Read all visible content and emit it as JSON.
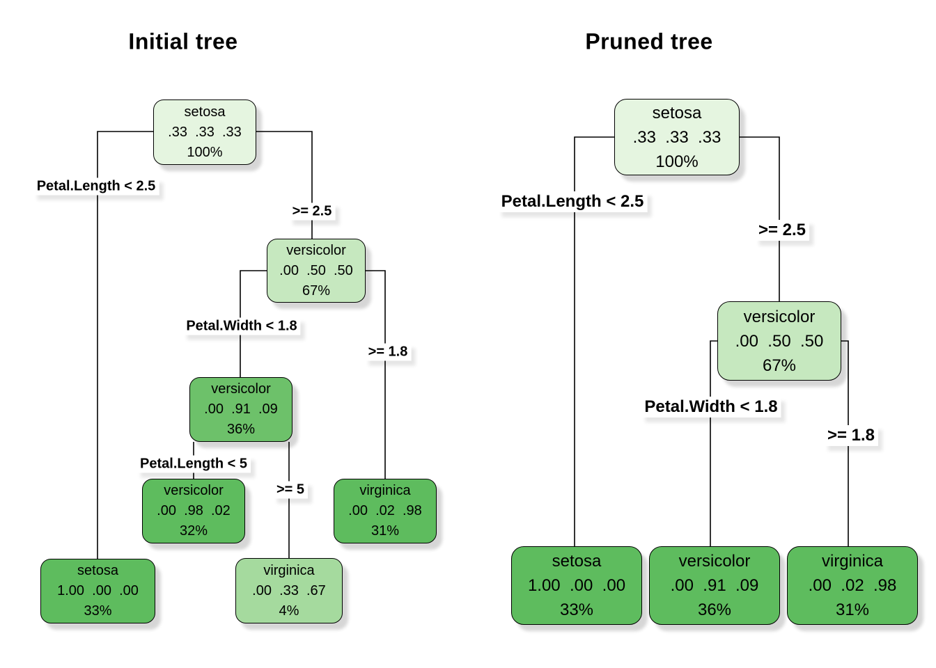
{
  "colors": {
    "node_border": "#000000",
    "edge_line": "#000000",
    "prob_level_33": "#e5f5e0",
    "prob_level_50": "#c6e8bf",
    "prob_level_67": "#a5da9e",
    "prob_level_91": "#6dc16a",
    "prob_level_98": "#5ebc5e"
  },
  "panels": [
    {
      "title": "Initial tree",
      "nodes": [
        {
          "label": "setosa",
          "probs": ".33  .33  .33",
          "pct": "100%",
          "fill": "#e5f5e0"
        },
        {
          "label": "versicolor",
          "probs": ".00  .50  .50",
          "pct": "67%",
          "fill": "#c6e8bf"
        },
        {
          "label": "versicolor",
          "probs": ".00  .91  .09",
          "pct": "36%",
          "fill": "#6dc16a"
        },
        {
          "label": "versicolor",
          "probs": ".00  .98  .02",
          "pct": "32%",
          "fill": "#5ebc5e"
        },
        {
          "label": "virginica",
          "probs": ".00  .02  .98",
          "pct": "31%",
          "fill": "#5ebc5e"
        },
        {
          "label": "setosa",
          "probs": "1.00  .00  .00",
          "pct": "33%",
          "fill": "#5ebc5e"
        },
        {
          "label": "virginica",
          "probs": ".00  .33  .67",
          "pct": "4%",
          "fill": "#a5da9e"
        }
      ],
      "edge_labels": [
        {
          "text": "Petal.Length < 2.5"
        },
        {
          "text": ">= 2.5"
        },
        {
          "text": "Petal.Width < 1.8"
        },
        {
          "text": ">= 1.8"
        },
        {
          "text": "Petal.Length < 5"
        },
        {
          "text": ">= 5"
        }
      ]
    },
    {
      "title": "Pruned tree",
      "nodes": [
        {
          "label": "setosa",
          "probs": ".33  .33  .33",
          "pct": "100%",
          "fill": "#e5f5e0"
        },
        {
          "label": "versicolor",
          "probs": ".00  .50  .50",
          "pct": "67%",
          "fill": "#c6e8bf"
        },
        {
          "label": "setosa",
          "probs": "1.00  .00  .00",
          "pct": "33%",
          "fill": "#5ebc5e"
        },
        {
          "label": "versicolor",
          "probs": ".00  .91  .09",
          "pct": "36%",
          "fill": "#5ebc5e"
        },
        {
          "label": "virginica",
          "probs": ".00  .02  .98",
          "pct": "31%",
          "fill": "#5ebc5e"
        }
      ],
      "edge_labels": [
        {
          "text": "Petal.Length < 2.5"
        },
        {
          "text": ">= 2.5"
        },
        {
          "text": "Petal.Width < 1.8"
        },
        {
          "text": ">= 1.8"
        }
      ]
    }
  ]
}
